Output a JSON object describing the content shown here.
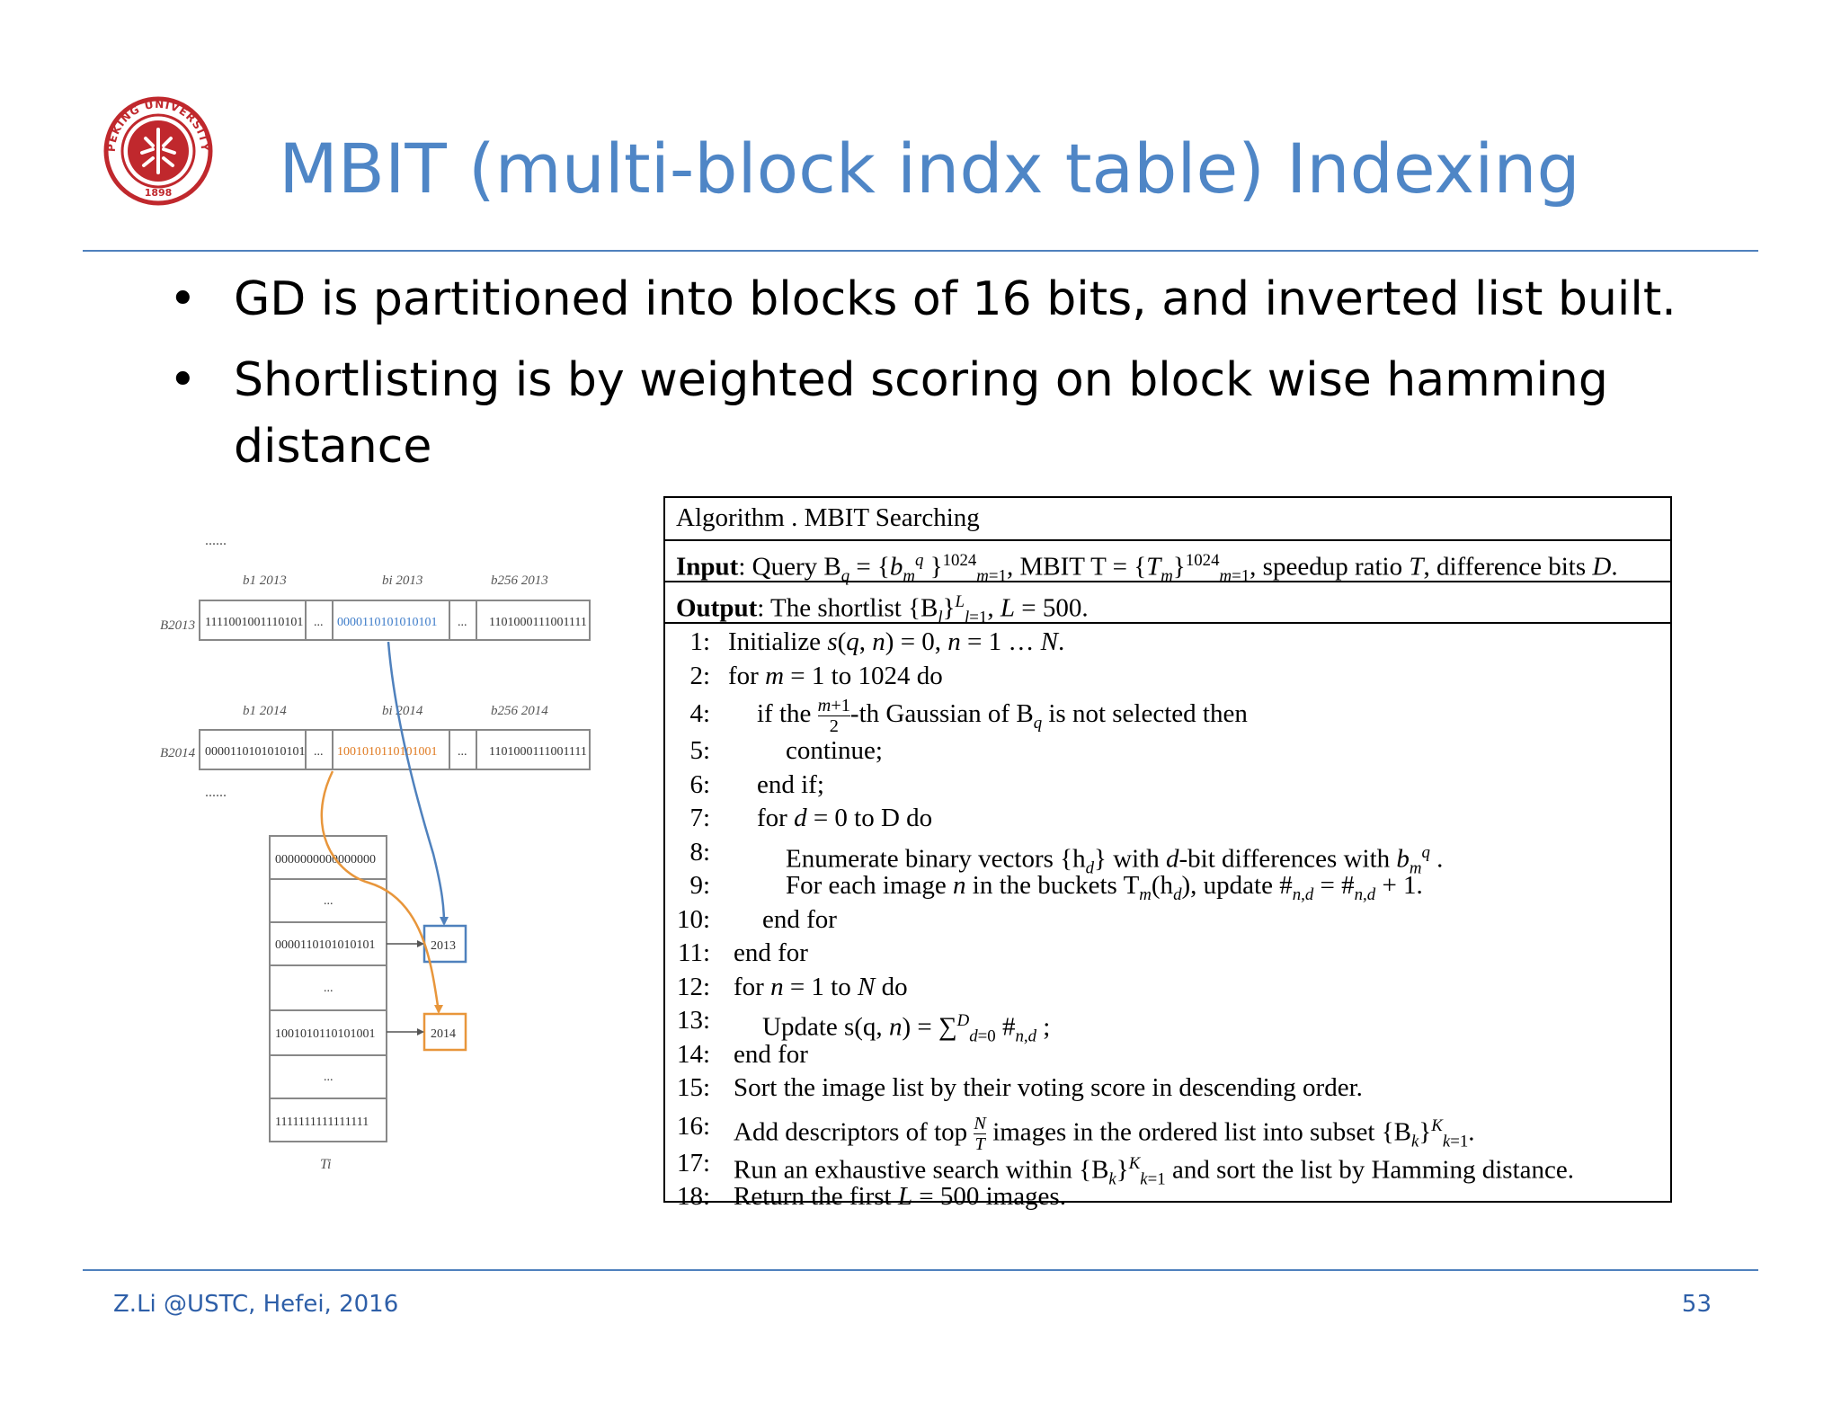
{
  "slide": {
    "title": "MBIT (multi-block indx table) Indexing",
    "logo_text": "PEKING UNIVERSITY",
    "logo_year": "1898",
    "bullets": [
      "GD is partitioned into blocks of 16 bits, and inverted list  built.",
      "Shortlisting is by weighted scoring on block wise hamming distance"
    ],
    "footer_left": "Z.Li @USTC, Hefei, 2016",
    "page_number": "53"
  },
  "figure": {
    "dots": "......",
    "row_2013": {
      "label": "B2013",
      "headers": [
        "b1 2013",
        "bi 2013",
        "b256 2013"
      ],
      "cells": [
        "1111001001110101",
        "...",
        "0000110101010101",
        "...",
        "1101000111001111"
      ]
    },
    "row_2014": {
      "label": "B2014",
      "headers": [
        "b1 2014",
        "bi 2014",
        "b256 2014"
      ],
      "cells": [
        "0000110101010101",
        "...",
        "1001010110101001",
        "...",
        "1101000111001111"
      ]
    },
    "table_ti": {
      "cells": [
        "0000000000000000",
        "...",
        "0000110101010101",
        "...",
        "1001010110101001",
        "...",
        "1111111111111111"
      ],
      "label": "Ti"
    },
    "bucket_2013": "2013",
    "bucket_2014": "2014",
    "colors": {
      "blue": "#4f81bd",
      "orange": "#e8963b"
    }
  },
  "algorithm": {
    "header": "Algorithm . MBIT Searching",
    "input_label": "Input",
    "output_label": "Output",
    "lines": [
      {
        "n": "1:",
        "indent": 0
      },
      {
        "n": "2:",
        "indent": 0
      },
      {
        "n": "4:",
        "indent": 1
      },
      {
        "n": "5:",
        "indent": 2
      },
      {
        "n": "6:",
        "indent": 1
      },
      {
        "n": "7:",
        "indent": 1
      },
      {
        "n": "8:",
        "indent": 2
      },
      {
        "n": "9:",
        "indent": 2
      },
      {
        "n": "10:",
        "indent": 1
      },
      {
        "n": "11:",
        "indent": 0
      },
      {
        "n": "12:",
        "indent": 0
      },
      {
        "n": "13:",
        "indent": 1
      },
      {
        "n": "14:",
        "indent": 0
      },
      {
        "n": "15:",
        "indent": 0
      },
      {
        "n": "16:",
        "indent": 0
      },
      {
        "n": "17:",
        "indent": 0
      },
      {
        "n": "18:",
        "indent": 0
      }
    ]
  }
}
